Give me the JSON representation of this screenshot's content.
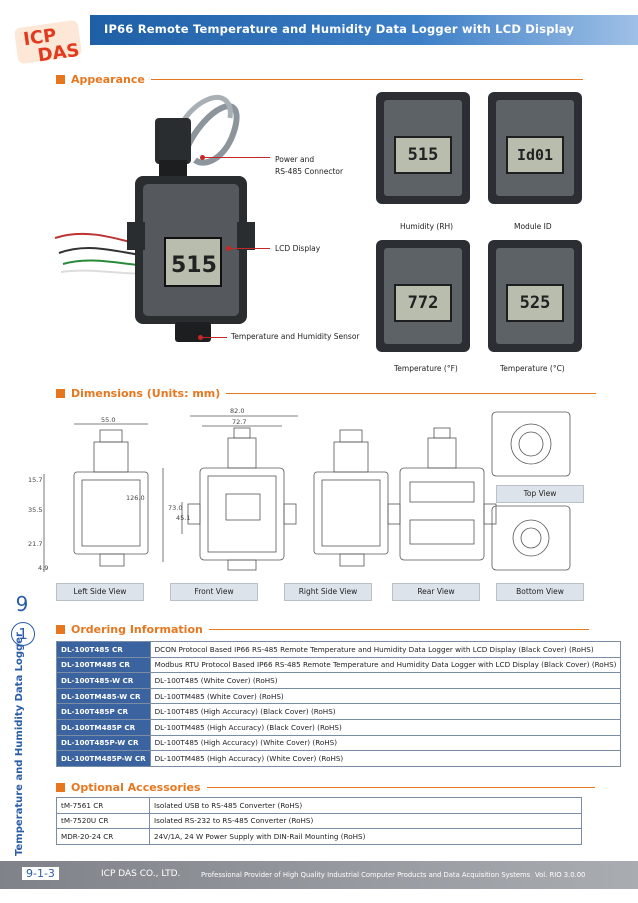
{
  "header": {
    "title": "IP66 Remote Temperature and Humidity Data Logger with LCD Display"
  },
  "logo": {
    "line1": "ICP",
    "line2": "DAS"
  },
  "appearance": {
    "title": "Appearance",
    "callouts": [
      "Power and",
      "RS-485 Connector",
      "LCD Display",
      "Temperature and Humidity Sensor"
    ],
    "main_lcd": "515",
    "displays": [
      {
        "caption": "Humidity (RH)",
        "reading": "515"
      },
      {
        "caption": "Module ID",
        "reading": "Id01"
      },
      {
        "caption": "Temperature (°F)",
        "reading": "772"
      },
      {
        "caption": "Temperature (°C)",
        "reading": "525"
      }
    ]
  },
  "dimensions": {
    "title": "Dimensions (Units: mm)",
    "labels": {
      "d55": "55.0",
      "d82": "82.0",
      "d72": "72.7",
      "d157": "15.7",
      "d355": "35.5",
      "d217": "21.7",
      "d49": "4.9",
      "d126": "126.0",
      "d73": "73.0",
      "d451": "45.1"
    },
    "views": [
      "Left Side View",
      "Front View",
      "Right Side View",
      "Rear View",
      "Bottom View",
      "Top View"
    ]
  },
  "ordering": {
    "title": "Ordering Information",
    "rows": [
      {
        "code": "DL-100T485 CR",
        "desc": "DCON Protocol Based IP66 RS-485 Remote Temperature and Humidity Data Logger with LCD Display (Black Cover) (RoHS)"
      },
      {
        "code": "DL-100TM485 CR",
        "desc": "Modbus RTU Protocol Based IP66 RS-485 Remote Temperature and Humidity Data Logger with LCD Display (Black Cover) (RoHS)"
      },
      {
        "code": "DL-100T485-W CR",
        "desc": "DL-100T485 (White Cover) (RoHS)"
      },
      {
        "code": "DL-100TM485-W CR",
        "desc": "DL-100TM485 (White Cover) (RoHS)"
      },
      {
        "code": "DL-100T485P CR",
        "desc": "DL-100T485 (High Accuracy) (Black Cover) (RoHS)"
      },
      {
        "code": "DL-100TM485P CR",
        "desc": "DL-100TM485 (High Accuracy) (Black Cover) (RoHS)"
      },
      {
        "code": "DL-100T485P-W CR",
        "desc": "DL-100T485 (High Accuracy) (White Cover) (RoHS)"
      },
      {
        "code": "DL-100TM485P-W CR",
        "desc": "DL-100TM485 (High Accuracy) (White Cover) (RoHS)"
      }
    ]
  },
  "accessories": {
    "title": "Optional Accessories",
    "rows": [
      {
        "code": "tM-7561 CR",
        "desc": "Isolated USB to RS-485 Converter (RoHS)"
      },
      {
        "code": "tM-7520U CR",
        "desc": "Isolated RS-232 to RS-485 Converter (RoHS)"
      },
      {
        "code": "MDR-20-24 CR",
        "desc": "24V/1A, 24 W Power Supply with DIN-Rail Mounting (RoHS)"
      }
    ]
  },
  "sidebar": {
    "chapter": "9",
    "section": "1",
    "vertical_title": "Temperature and Humidity Data Logger"
  },
  "footer": {
    "page": "9-1-3",
    "company": "ICP DAS CO., LTD.",
    "tagline": "Professional Provider of High Quality Industrial Computer Products and Data Acquisition Systems",
    "version": "Vol. RIO 3.0.00"
  },
  "colors": {
    "accent": "#e6771f",
    "brand_blue": "#2a5da8",
    "table_blue": "#3a63a0",
    "footer_gray": "#8d9196"
  }
}
